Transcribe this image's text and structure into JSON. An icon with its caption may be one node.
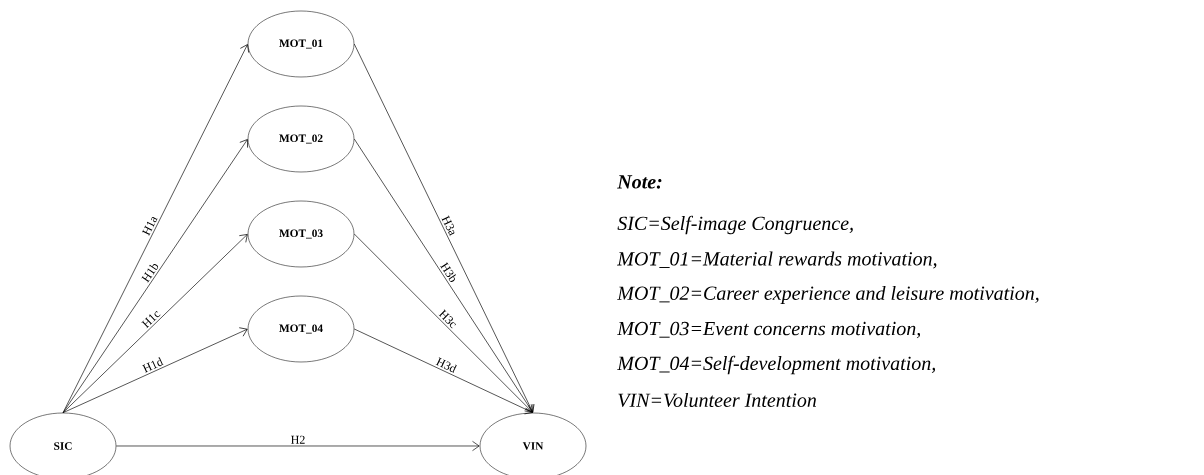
{
  "diagram": {
    "nodes": [
      {
        "text": [
          "MOT_01"
        ]
      },
      {
        "text": [
          "MOT_02"
        ]
      },
      {
        "text": [
          "MOT_03"
        ]
      },
      {
        "text": [
          "MOT_04"
        ]
      },
      {
        "text": [
          "SIC"
        ]
      },
      {
        "text": [
          "VIN"
        ]
      }
    ],
    "edges": [
      {
        "from": 4,
        "to": 0,
        "arrow": "to",
        "label": "H1a"
      },
      {
        "from": 4,
        "to": 1,
        "arrow": "to",
        "label": "H1b"
      },
      {
        "from": 4,
        "to": 2,
        "arrow": "to",
        "label": "H1c"
      },
      {
        "from": 4,
        "to": 3,
        "arrow": "to",
        "label": "H1d"
      },
      {
        "from": 4,
        "to": 5,
        "arrow": "to",
        "label": "H2"
      },
      {
        "from": 0,
        "to": 5,
        "arrow": "to",
        "label": "H3a"
      },
      {
        "from": 1,
        "to": 5,
        "arrow": "to",
        "label": "H3b"
      },
      {
        "from": 2,
        "to": 5,
        "arrow": "to",
        "label": "H3c"
      },
      {
        "from": 3,
        "to": 5,
        "arrow": "to",
        "label": "H3d"
      }
    ],
    "labels": [
      "Note:",
      "SIC=Self-image Congruence,",
      "MOT_01=Material rewards motivation,",
      "MOT_02=Career experience and leisure motivation,",
      "MOT_03=Event concerns motivation,",
      "MOT_04=Self-development motivation,",
      "VIN=Volunteer Intention"
    ]
  }
}
